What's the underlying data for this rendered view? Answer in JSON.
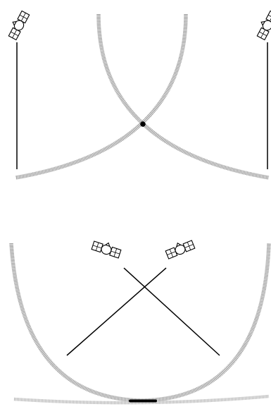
{
  "figure": {
    "panel_top": {
      "description_name": "trilateration-two-satellites-intersection",
      "satellites": [
        "satellite-icon",
        "satellite-icon"
      ],
      "intersection_marker": "dot"
    },
    "panel_bottom": {
      "description_name": "crossing-ranges-surface-intersection",
      "satellites": [
        "satellite-icon",
        "satellite-icon"
      ],
      "intersection_marker": "segment"
    },
    "colors": {
      "arc": "#9a9a9a",
      "line": "#000000",
      "background": "#ffffff"
    }
  }
}
